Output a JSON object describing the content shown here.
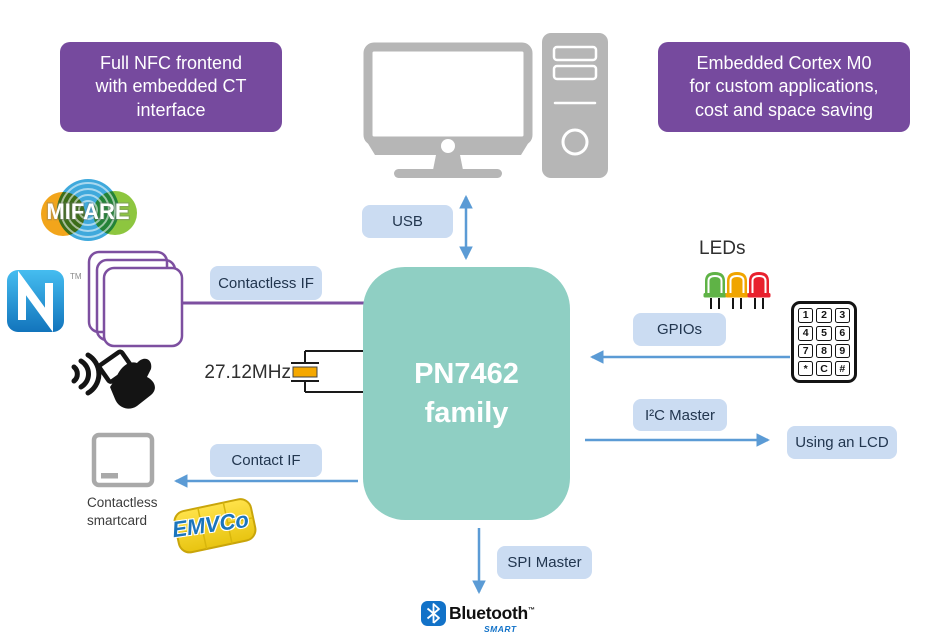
{
  "callouts": {
    "left": "Full NFC frontend\nwith embedded CT\ninterface",
    "right": "Embedded Cortex M0\nfor custom applications,\ncost and space saving"
  },
  "chip": {
    "line1": "PN7462",
    "line2": "family"
  },
  "labels": {
    "usb": "USB",
    "contactless_if": "Contactless IF",
    "contact_if": "Contact IF",
    "gpios": "GPIOs",
    "i2c_master": "I²C Master",
    "spi_master": "SPI Master",
    "using_lcd": "Using an LCD"
  },
  "annotations": {
    "leds": "LEDs",
    "crystal": "27.12MHz",
    "smartcard": "Contactless\nsmartcard"
  },
  "keypad": {
    "keys": [
      "1",
      "2",
      "3",
      "4",
      "5",
      "6",
      "7",
      "8",
      "9",
      "*",
      "C",
      "#"
    ]
  },
  "logos": {
    "mifare": "MIFARE",
    "nfc_tm": "TM",
    "emvco": "EMVCo",
    "bluetooth": "Bluetooth",
    "bluetooth_tm": "™",
    "bluetooth_sub": "SMART"
  },
  "colors": {
    "callout_purple": "#764a9e",
    "chip_teal": "#8fcfc3",
    "label_bg": "#cbdcf2",
    "label_text": "#22364f",
    "arrow_blue": "#5b9bd5",
    "antenna_purple": "#7d4fa0",
    "computer_gray": "#b6b6b6",
    "led_green": "#5fb346",
    "led_yellow": "#f0a500",
    "led_red": "#e8212e",
    "crystal_orange": "#f5a800",
    "bluetooth_blue": "#1272c8"
  }
}
